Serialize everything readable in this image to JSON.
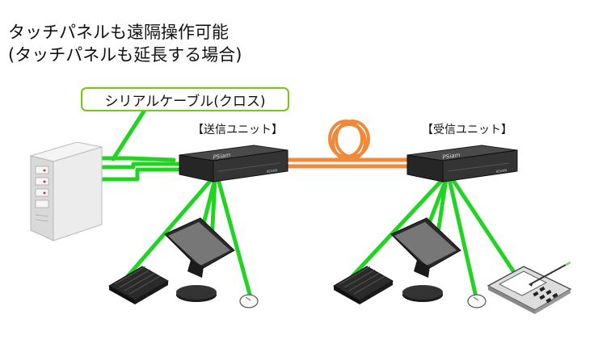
{
  "diagram": {
    "title_line1": "タッチパネルも遠隔操作可能",
    "title_line2": "(タッチパネルも延長する場合)",
    "cable_label": "シリアルケーブル(クロス)",
    "sender_label": "【送信ユニット】",
    "receiver_label": "【受信ユニット】",
    "unit_brand": "PSiam",
    "unit_small_text": "SEAKN",
    "colors": {
      "serial_cable": "#22d422",
      "fiber": "#f0893a",
      "label_border": "#78c80a",
      "unit_body": "#2c2c2c"
    },
    "icons": [
      "server-tower-icon",
      "fiber-coil-icon",
      "kvm-unit-icon",
      "keyboard-icon",
      "monitor-icon",
      "mouse-icon",
      "touch-panel-icon"
    ]
  }
}
